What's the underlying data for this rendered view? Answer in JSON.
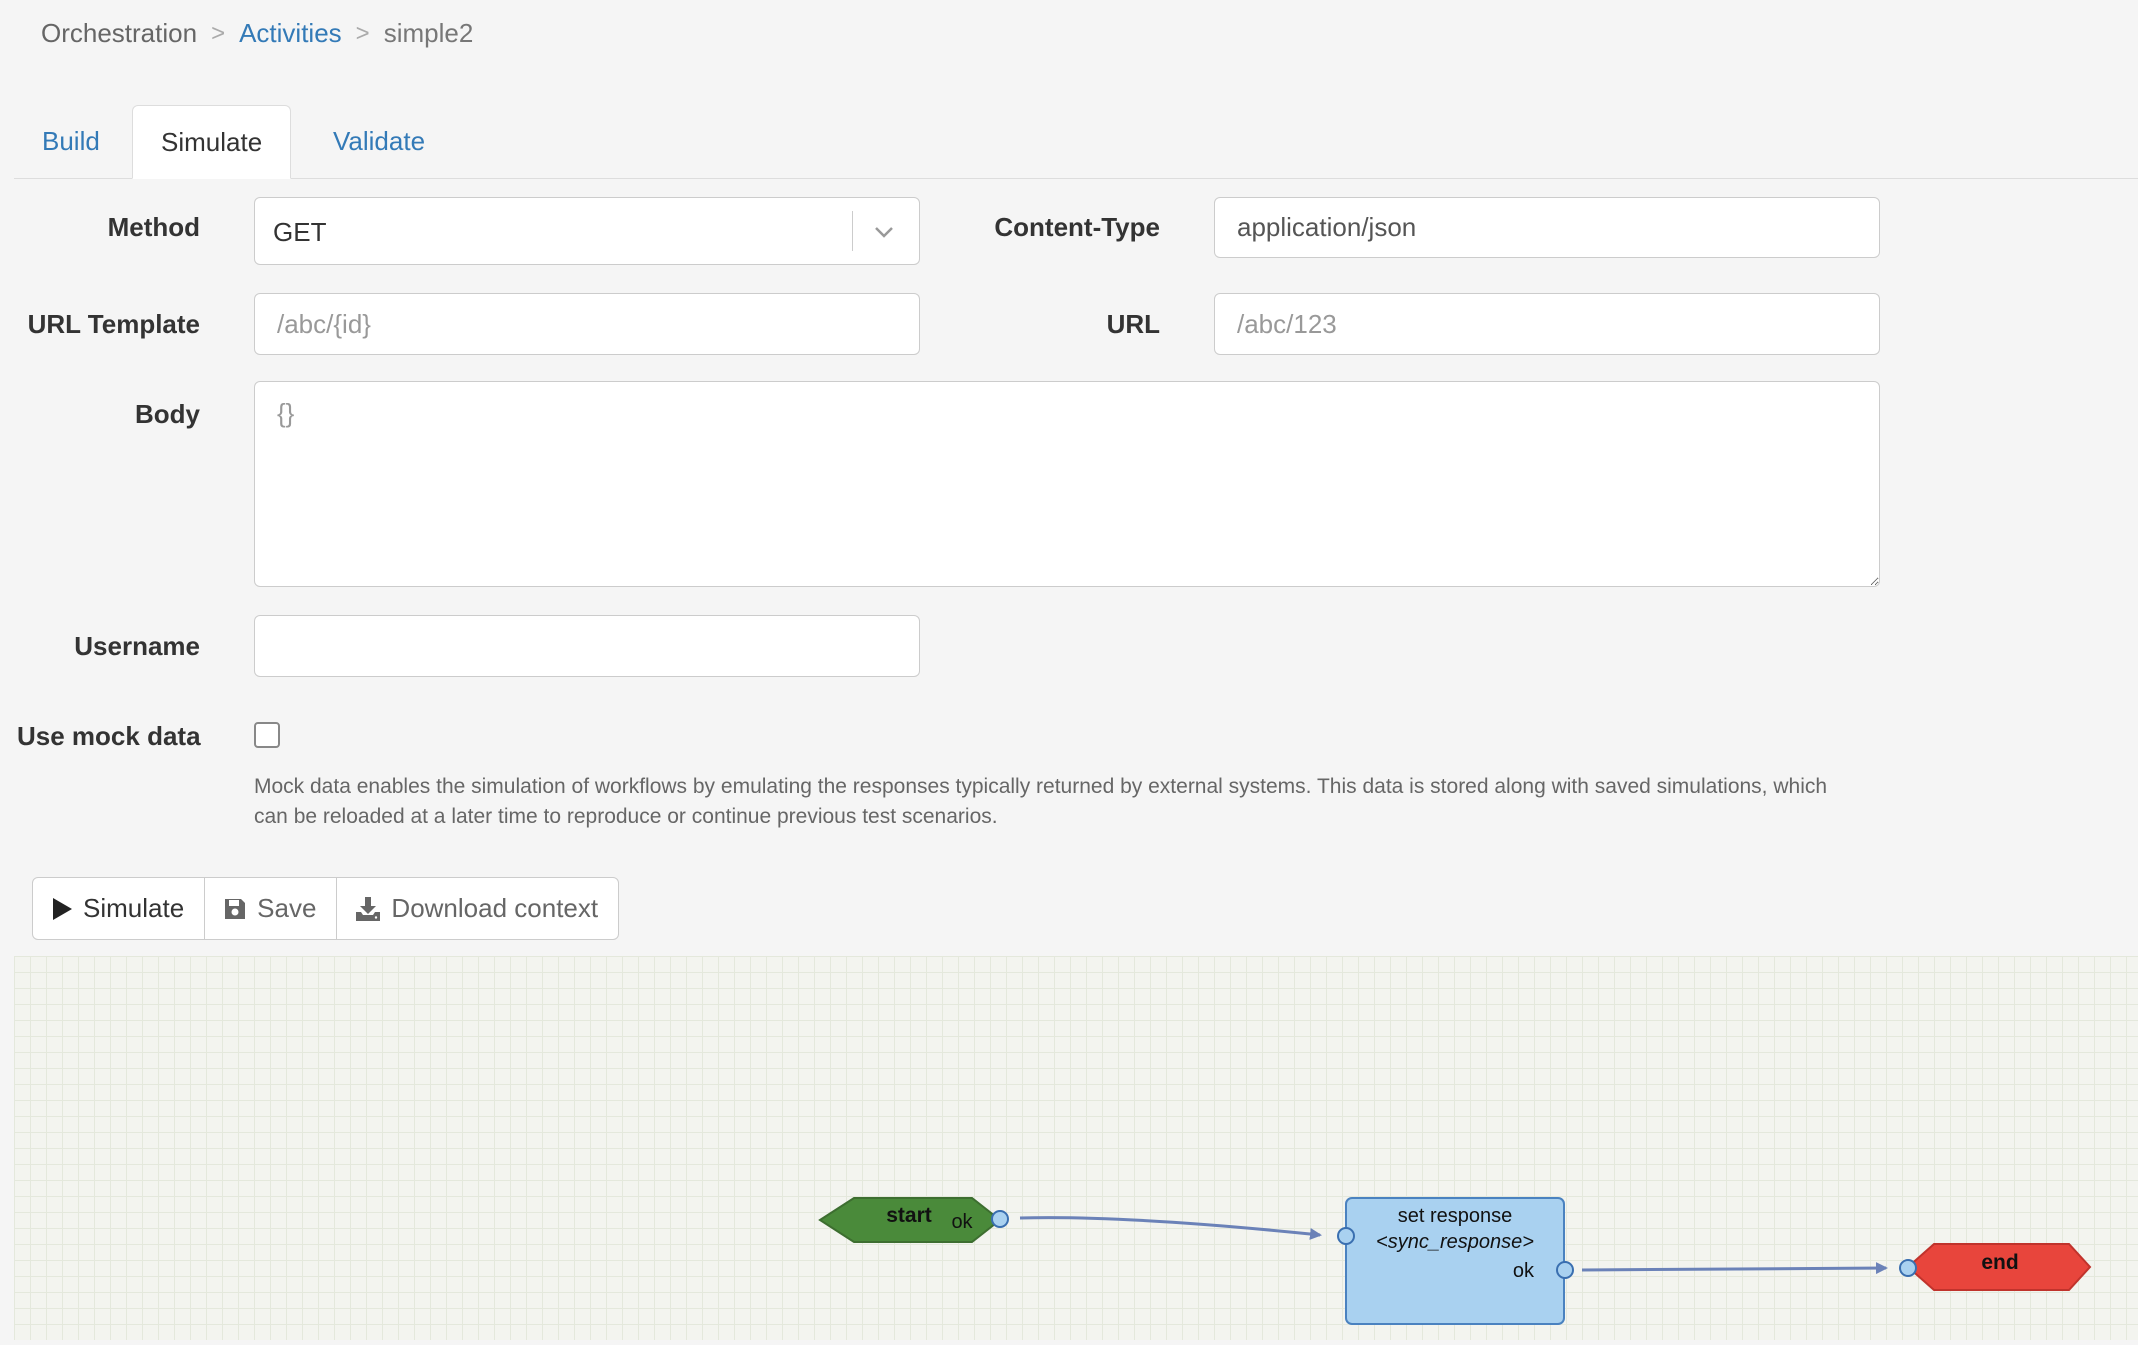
{
  "breadcrumb": {
    "root": "Orchestration",
    "parent": "Activities",
    "current": "simple2"
  },
  "tabs": [
    {
      "label": "Build",
      "active": false
    },
    {
      "label": "Simulate",
      "active": true
    },
    {
      "label": "Validate",
      "active": false
    }
  ],
  "form": {
    "method_label": "Method",
    "method_value": "GET",
    "content_type_label": "Content-Type",
    "content_type_value": "application/json",
    "url_template_label": "URL Template",
    "url_template_placeholder": "/abc/{id}",
    "url_label": "URL",
    "url_placeholder": "/abc/123",
    "body_label": "Body",
    "body_placeholder": "{}",
    "username_label": "Username",
    "username_value": "",
    "mock_label": "Use mock data",
    "mock_checked": false,
    "mock_help": "Mock data enables the simulation of workflows by emulating the responses typically returned by external systems. This data is stored along with saved simulations, which can be reloaded at a later time to reproduce or continue previous test scenarios."
  },
  "toolbar": {
    "simulate_label": "Simulate",
    "save_label": "Save",
    "download_label": "Download context"
  },
  "workflow": {
    "start_label": "start",
    "start_port": "ok",
    "task_title": "set response",
    "task_subtitle": "<sync_response>",
    "task_port": "ok",
    "end_label": "end",
    "colors": {
      "start": "#4a8a3a",
      "task": "#a9d1f0",
      "end": "#e8453c",
      "edge": "#6b82b8"
    }
  }
}
